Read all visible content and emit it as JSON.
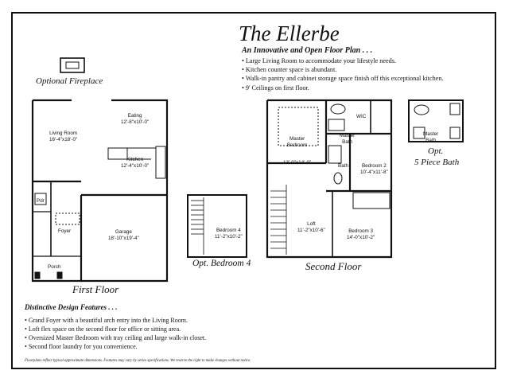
{
  "header": {
    "title": "The Ellerbe",
    "subtitle": "An Innovative and Open Floor Plan . . .",
    "features": [
      "Large Living Room to accommodate your lifestyle needs.",
      "Kitchen counter space is abundant.",
      "Walk-in pantry and cabinet storage space finish off this exceptional kitchen.",
      "9' Ceilings on first floor."
    ]
  },
  "captions": {
    "optional_fireplace": "Optional Fireplace",
    "first_floor": "First Floor",
    "opt_bedroom4": "Opt. Bedroom 4",
    "second_floor": "Second Floor",
    "opt_5piece_line1": "Opt.",
    "opt_5piece_line2": "5 Piece Bath"
  },
  "rooms": {
    "eating": {
      "name": "Eating",
      "dims": "12'-8\"x10'-0\""
    },
    "living": {
      "name": "Living Room",
      "dims": "16'-4\"x18'-0\""
    },
    "kitchen": {
      "name": "Kitchen",
      "dims": "12'-4\"x10'-0\""
    },
    "pdr": {
      "name": "Pdr"
    },
    "foyer": {
      "name": "Foyer"
    },
    "garage": {
      "name": "Garage",
      "dims": "18'-10\"x19'-4\""
    },
    "porch": {
      "name": "Porch"
    },
    "bedroom4": {
      "name": "Bedroom 4",
      "dims": "11'-2\"x10'-2\""
    },
    "master_bedroom": {
      "name": "Master\nBedroom",
      "dims": "13'-0\"x14'-0\""
    },
    "master_bath": {
      "name": "Master\nBath"
    },
    "wic": {
      "name": "WIC"
    },
    "bath": {
      "name": "Bath"
    },
    "bedroom2": {
      "name": "Bedroom 2",
      "dims": "10'-4\"x11'-8\""
    },
    "loft": {
      "name": "Loft",
      "dims": "11'-2\"x10'-6\""
    },
    "bedroom3": {
      "name": "Bedroom 3",
      "dims": "14'-0\"x10'-2\""
    },
    "opt_master_bath": {
      "name": "Master\nBath"
    }
  },
  "design_features": {
    "heading": "Distinctive Design Features . . .",
    "items": [
      "Grand Foyer with a beautiful arch entry into the Living Room.",
      "Loft flex space on the second floor for office or sitting area.",
      "Oversized Master Bedroom with tray ceiling and large walk-in closet.",
      "Second floor laundry for you convenience."
    ]
  },
  "disclaimer": "Floorplans reflect typical approximate dimensions. Features may vary by series specifications. We reserve the right to make changes without notice."
}
